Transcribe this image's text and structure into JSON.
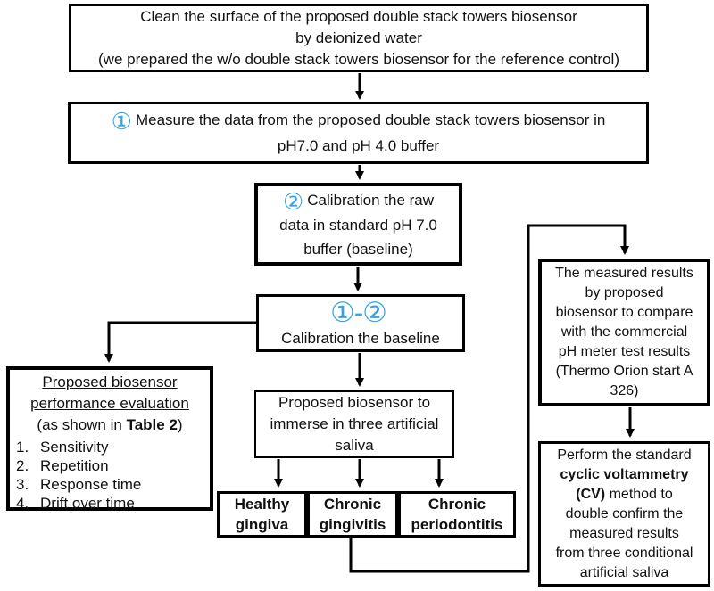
{
  "colors": {
    "accent_blue": "#35A3E6",
    "box_border": "#000000",
    "background": "#FFFFFF",
    "text": "#111111"
  },
  "flow": {
    "clean": {
      "line1": "Clean the surface of the proposed double stack towers biosensor",
      "line2": "by deionized water",
      "line3": "(we prepared the w/o double stack towers biosensor for the reference control)"
    },
    "measure": {
      "step_num": "①",
      "line1": "Measure the data from the proposed double stack towers biosensor in",
      "line2": "pH7.0 and pH 4.0 buffer"
    },
    "calibrate_raw": {
      "step_num": "②",
      "line1": "Calibration the raw",
      "line2": "data in standard pH 7.0",
      "line3": "buffer (baseline)"
    },
    "calibrate_baseline": {
      "step_num": "①-②",
      "label": "Calibration the baseline"
    },
    "evaluation": {
      "title1": "Proposed biosensor",
      "title2": "performance evaluation",
      "title3_pre": "(as shown in ",
      "title3_bold": "Table 2",
      "title3_post": ")",
      "items": [
        {
          "num": "1.",
          "label": "Sensitivity"
        },
        {
          "num": "2.",
          "label": "Repetition"
        },
        {
          "num": "3.",
          "label": "Response time"
        },
        {
          "num": "4.",
          "label": "Drift over time"
        }
      ]
    },
    "immerse": {
      "line1": "Proposed biosensor to",
      "line2": "immerse in three artificial",
      "line3": "saliva"
    },
    "saliva": [
      {
        "line1": "Healthy",
        "line2": "gingiva"
      },
      {
        "line1": "Chronic",
        "line2": "gingivitis"
      },
      {
        "line1": "Chronic",
        "line2": "periodontitis"
      }
    ],
    "compare": {
      "line1": "The measured results",
      "line2": "by proposed",
      "line3": "biosensor to compare",
      "line4": "with the commercial",
      "line5": "pH meter test results",
      "line6": "(Thermo Orion start A",
      "line7": "326)"
    },
    "cv": {
      "line1": "Perform the standard",
      "line2_bold": "cyclic voltammetry",
      "line3_bold": "(CV)",
      "line3_rest": " method to",
      "line4": "double confirm the",
      "line5": "measured results",
      "line6": "from three conditional",
      "line7": "artificial saliva"
    }
  }
}
